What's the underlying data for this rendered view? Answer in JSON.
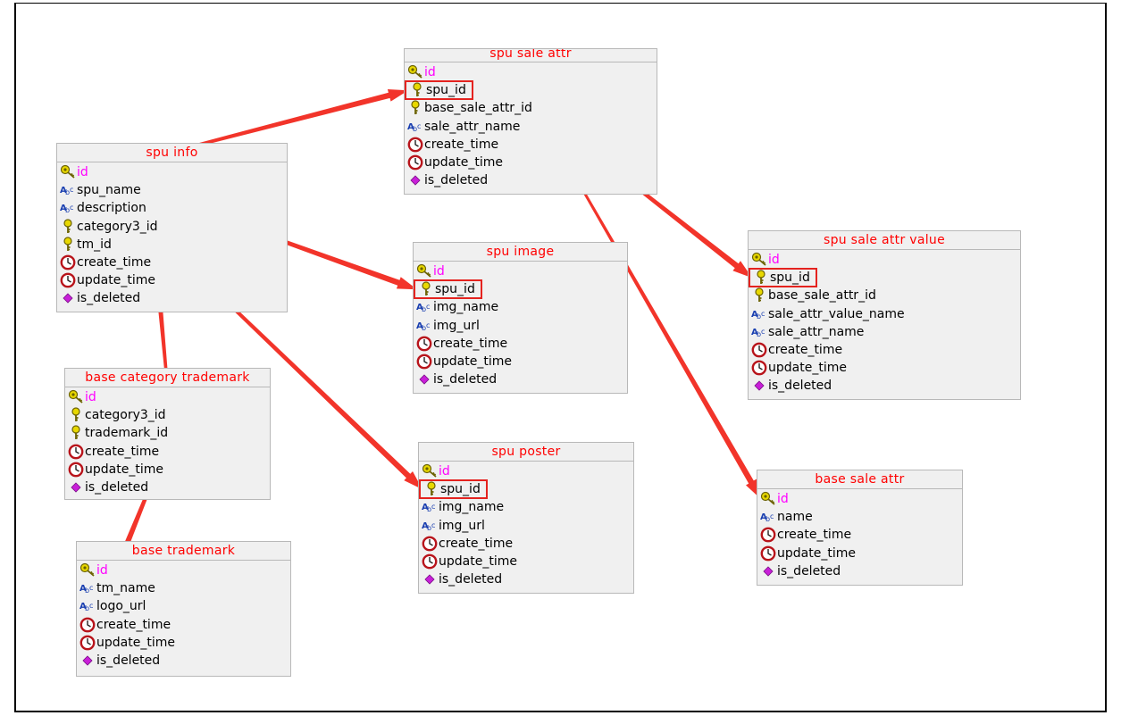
{
  "colors": {
    "title": "#ff0000",
    "pk": "#ff00ff",
    "arrow": "#f2342a",
    "highlight": "#e4231f"
  },
  "tables": [
    {
      "key": "spu_sale_attr",
      "title": "spu sale attr",
      "fields": [
        {
          "name": "id",
          "icon": "primary-key-icon",
          "pk": true
        },
        {
          "name": "spu_id",
          "icon": "foreign-key-icon",
          "hl": true
        },
        {
          "name": "base_sale_attr_id",
          "icon": "foreign-key-icon"
        },
        {
          "name": "sale_attr_name",
          "icon": "text-type-icon"
        },
        {
          "name": "create_time",
          "icon": "clock-icon"
        },
        {
          "name": "update_time",
          "icon": "clock-icon"
        },
        {
          "name": "is_deleted",
          "icon": "diamond-icon"
        }
      ]
    },
    {
      "key": "spu_info",
      "title": "spu info",
      "fields": [
        {
          "name": "id",
          "icon": "primary-key-icon",
          "pk": true
        },
        {
          "name": "spu_name",
          "icon": "text-type-icon"
        },
        {
          "name": "description",
          "icon": "text-type-icon"
        },
        {
          "name": "category3_id",
          "icon": "foreign-key-icon"
        },
        {
          "name": "tm_id",
          "icon": "foreign-key-icon"
        },
        {
          "name": "create_time",
          "icon": "clock-icon"
        },
        {
          "name": "update_time",
          "icon": "clock-icon"
        },
        {
          "name": "is_deleted",
          "icon": "diamond-icon"
        }
      ]
    },
    {
      "key": "spu_image",
      "title": "spu image",
      "fields": [
        {
          "name": "id",
          "icon": "primary-key-icon",
          "pk": true
        },
        {
          "name": "spu_id",
          "icon": "foreign-key-icon",
          "hl": true
        },
        {
          "name": "img_name",
          "icon": "text-type-icon"
        },
        {
          "name": "img_url",
          "icon": "text-type-icon"
        },
        {
          "name": "create_time",
          "icon": "clock-icon"
        },
        {
          "name": "update_time",
          "icon": "clock-icon"
        },
        {
          "name": "is_deleted",
          "icon": "diamond-icon"
        }
      ]
    },
    {
      "key": "spu_sale_attr_value",
      "title": "spu sale attr value",
      "fields": [
        {
          "name": "id",
          "icon": "primary-key-icon",
          "pk": true
        },
        {
          "name": "spu_id",
          "icon": "foreign-key-icon",
          "hl": true
        },
        {
          "name": "base_sale_attr_id",
          "icon": "foreign-key-icon"
        },
        {
          "name": "sale_attr_value_name",
          "icon": "text-type-icon"
        },
        {
          "name": "sale_attr_name",
          "icon": "text-type-icon"
        },
        {
          "name": "create_time",
          "icon": "clock-icon"
        },
        {
          "name": "update_time",
          "icon": "clock-icon"
        },
        {
          "name": "is_deleted",
          "icon": "diamond-icon"
        }
      ]
    },
    {
      "key": "base_category_trademark",
      "title": "base category trademark",
      "fields": [
        {
          "name": "id",
          "icon": "primary-key-icon",
          "pk": true
        },
        {
          "name": "category3_id",
          "icon": "foreign-key-icon"
        },
        {
          "name": "trademark_id",
          "icon": "foreign-key-icon"
        },
        {
          "name": "create_time",
          "icon": "clock-icon"
        },
        {
          "name": "update_time",
          "icon": "clock-icon"
        },
        {
          "name": "is_deleted",
          "icon": "diamond-icon"
        }
      ]
    },
    {
      "key": "spu_poster",
      "title": "spu poster",
      "fields": [
        {
          "name": "id",
          "icon": "primary-key-icon",
          "pk": true
        },
        {
          "name": "spu_id",
          "icon": "foreign-key-icon",
          "hl": true
        },
        {
          "name": "img_name",
          "icon": "text-type-icon"
        },
        {
          "name": "img_url",
          "icon": "text-type-icon"
        },
        {
          "name": "create_time",
          "icon": "clock-icon"
        },
        {
          "name": "update_time",
          "icon": "clock-icon"
        },
        {
          "name": "is_deleted",
          "icon": "diamond-icon"
        }
      ]
    },
    {
      "key": "base_sale_attr",
      "title": "base sale attr",
      "fields": [
        {
          "name": "id",
          "icon": "primary-key-icon",
          "pk": true
        },
        {
          "name": "name",
          "icon": "text-type-icon"
        },
        {
          "name": "create_time",
          "icon": "clock-icon"
        },
        {
          "name": "update_time",
          "icon": "clock-icon"
        },
        {
          "name": "is_deleted",
          "icon": "diamond-icon"
        }
      ]
    },
    {
      "key": "base_trademark",
      "title": "base trademark",
      "fields": [
        {
          "name": "id",
          "icon": "primary-key-icon",
          "pk": true
        },
        {
          "name": "tm_name",
          "icon": "text-type-icon"
        },
        {
          "name": "logo_url",
          "icon": "text-type-icon"
        },
        {
          "name": "create_time",
          "icon": "clock-icon"
        },
        {
          "name": "update_time",
          "icon": "clock-icon"
        },
        {
          "name": "is_deleted",
          "icon": "diamond-icon"
        }
      ]
    }
  ],
  "relations": [
    {
      "from": "spu_info.id",
      "to": "spu_sale_attr.spu_id"
    },
    {
      "from": "spu_info.id",
      "to": "spu_image.spu_id"
    },
    {
      "from": "spu_info.id",
      "to": "spu_poster.spu_id"
    },
    {
      "from": "spu_sale_attr.base_sale_attr_id",
      "to": "spu_sale_attr_value.spu_id"
    },
    {
      "from": "spu_sale_attr.base_sale_attr_id",
      "to": "base_sale_attr.id"
    },
    {
      "from": "base_category_trademark.trademark_id",
      "to": "spu_info.category3_id"
    },
    {
      "from": "base_category_trademark.trademark_id",
      "to": "base_trademark.id"
    }
  ]
}
